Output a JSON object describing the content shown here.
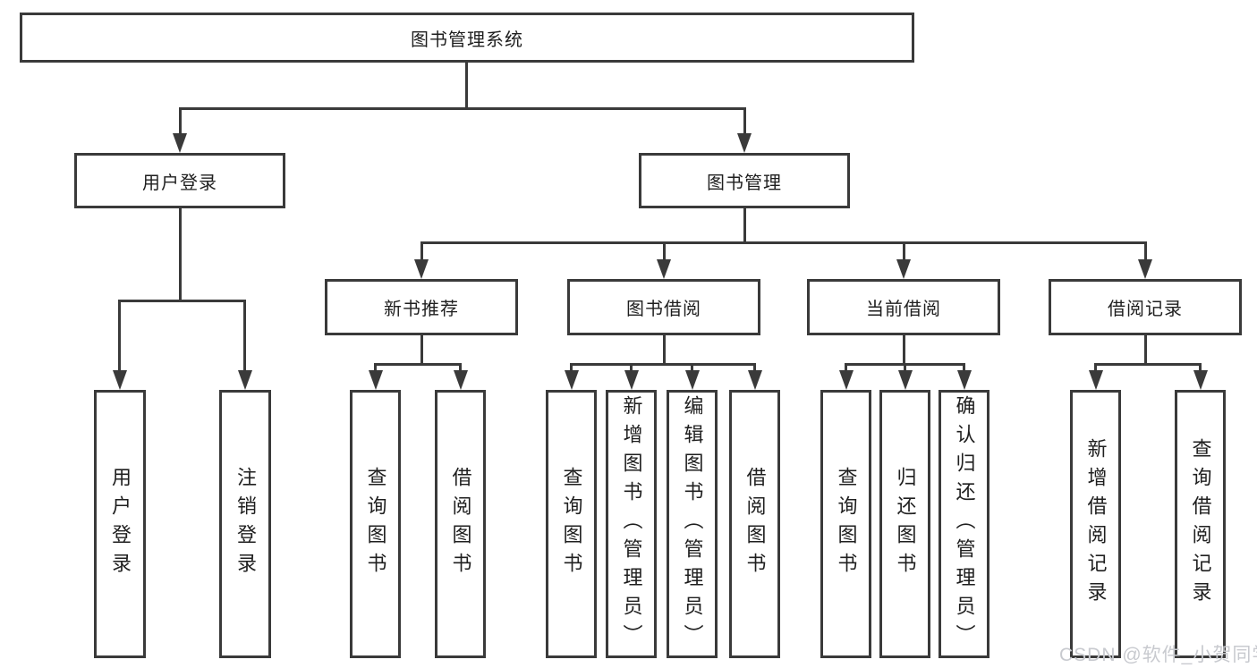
{
  "diagram": {
    "type": "hierarchy",
    "root": {
      "label": "图书管理系统"
    },
    "level2": [
      {
        "label": "用户登录"
      },
      {
        "label": "图书管理"
      }
    ],
    "level3": [
      {
        "label": "新书推荐",
        "parent": "图书管理"
      },
      {
        "label": "图书借阅",
        "parent": "图书管理"
      },
      {
        "label": "当前借阅",
        "parent": "图书管理"
      },
      {
        "label": "借阅记录",
        "parent": "图书管理"
      }
    ],
    "leaves": [
      {
        "label": "用户登录",
        "parent": "用户登录"
      },
      {
        "label": "注销登录",
        "parent": "用户登录"
      },
      {
        "label": "查询图书",
        "parent": "新书推荐"
      },
      {
        "label": "借阅图书",
        "parent": "新书推荐"
      },
      {
        "label": "查询图书",
        "parent": "图书借阅"
      },
      {
        "label": "新增图书（管理员）",
        "parent": "图书借阅"
      },
      {
        "label": "编辑图书（管理员）",
        "parent": "图书借阅"
      },
      {
        "label": "借阅图书",
        "parent": "图书借阅"
      },
      {
        "label": "查询图书",
        "parent": "当前借阅"
      },
      {
        "label": "归还图书",
        "parent": "当前借阅"
      },
      {
        "label": "确认归还（管理员）",
        "parent": "当前借阅"
      },
      {
        "label": "新增借阅记录",
        "parent": "借阅记录"
      },
      {
        "label": "查询借阅记录",
        "parent": "借阅记录"
      }
    ],
    "watermark": {
      "label": "CSDN @软件_小贺同学"
    },
    "colors": {
      "line": "#3a3a3a",
      "text": "#1f1f1f",
      "box_background": "#ffffff",
      "watermark": "#c8cacf"
    }
  }
}
